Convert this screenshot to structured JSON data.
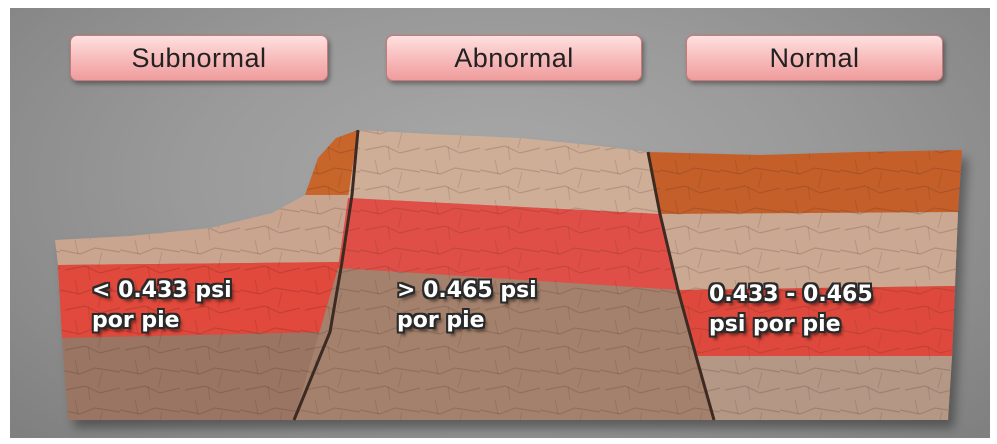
{
  "labels": {
    "subnormal": "Subnormal",
    "abnormal": "Abnormal",
    "normal": "Normal"
  },
  "pressures": {
    "subnormal_line1": "< 0.433 psi",
    "subnormal_line2": "por pie",
    "abnormal_line1": "> 0.465 psi",
    "abnormal_line2": "por pie",
    "normal_line1": "0.433 - 0.465",
    "normal_line2": "psi por pie"
  },
  "colors": {
    "background": "#9b9b9b",
    "label_fill": "#f5b3b3",
    "red_layer": "#e0483a",
    "orange_layer": "#c8652b",
    "tan_layer": "#c9a58f",
    "brown_layer": "#9a7563"
  }
}
